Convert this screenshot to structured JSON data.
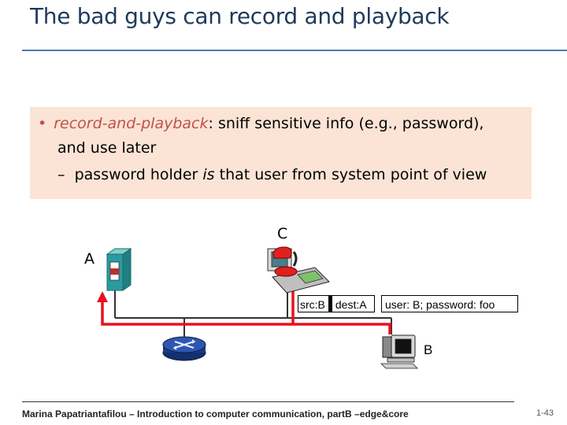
{
  "slide": {
    "title": "The bad guys can record and playback",
    "bullet": {
      "term": "record-and-playback",
      "rest": ": sniff sensitive info (e.g., password),",
      "continuation": "and use later"
    },
    "subbullet": {
      "dash": "–",
      "pre": "password holder ",
      "em": "is",
      "post": " that user from system point of view"
    }
  },
  "diagram": {
    "node_a": "A",
    "node_b": "B",
    "node_c": "C",
    "packet": {
      "src": "src:B",
      "dest": "dest:A",
      "payload": "user: B; password: foo"
    },
    "colors": {
      "link_red": "#e8121b",
      "host_teal": "#2a9ca0",
      "router_blue": "#1a3a8a"
    }
  },
  "footer": {
    "text": "Marina Papatriantafilou –  Introduction to computer communication, partB –edge&core",
    "page": "1-43"
  }
}
